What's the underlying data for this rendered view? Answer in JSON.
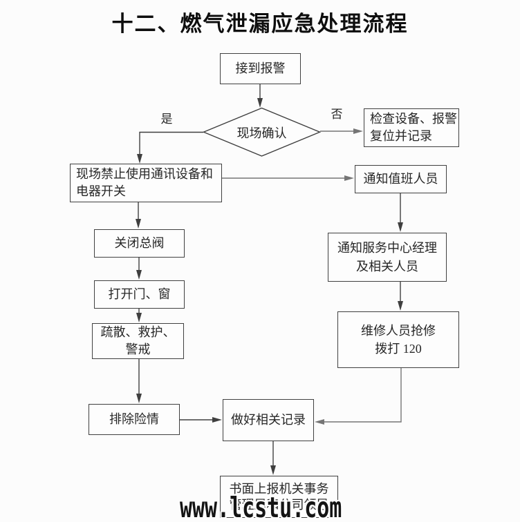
{
  "title": "十二、燃气泄漏应急处理流程",
  "watermark": "www.lcstu.com",
  "decision_labels": {
    "yes": "是",
    "no": "否"
  },
  "nodes": {
    "receive_alarm": {
      "label": "接到报警"
    },
    "site_confirm": {
      "label": "现场确认"
    },
    "check_equipment": {
      "lines": [
        "检查设备、报警",
        "复位并记录"
      ]
    },
    "no_comm_devices": {
      "lines": [
        "现场禁止使用通讯设备和",
        "电器开关"
      ]
    },
    "notify_duty": {
      "label": "通知值班人员"
    },
    "close_valve": {
      "label": "关闭总阀"
    },
    "open_doors": {
      "label": "打开门、窗"
    },
    "notify_manager": {
      "lines": [
        "通知服务中心经理",
        "及相关人员"
      ]
    },
    "evacuate": {
      "lines": [
        "疏散、救护、",
        "警戒"
      ]
    },
    "repair": {
      "lines": [
        "维修人员抢修",
        "拨打 120"
      ]
    },
    "eliminate_danger": {
      "label": "排除险情"
    },
    "make_records": {
      "label": "做好相关记录"
    },
    "report": {
      "lines": [
        "书面上报机关事务",
        "管理局和公司领导"
      ]
    }
  },
  "colors": {
    "background": "#fcfcfc",
    "line": "#3f3f3f",
    "line_gray": "#757575",
    "text": "#262626",
    "title": "#0e0e0e",
    "watermark": "#141414"
  }
}
